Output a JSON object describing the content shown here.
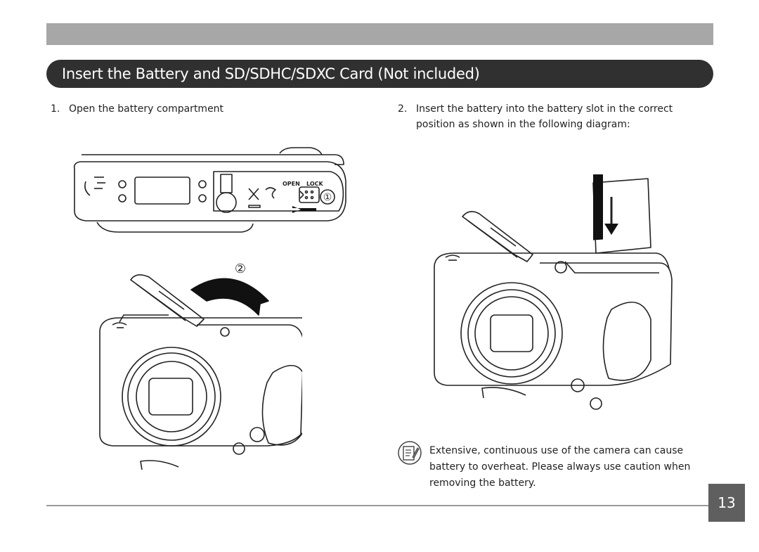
{
  "header": {
    "title": "Insert the Battery and SD/SDHC/SDXC Card (Not included)"
  },
  "steps": [
    {
      "number": "1.",
      "text": "Open the battery compartment"
    },
    {
      "number": "2.",
      "text": "Insert the battery into the battery slot in the correct position as shown in the following diagram:"
    }
  ],
  "diagram": {
    "label_open": "OPEN",
    "label_lock": "LOCK",
    "marker_1": "①",
    "marker_2": "②"
  },
  "note": {
    "icon": "note-pencil-icon",
    "text": "Extensive, continuous use of the camera can cause battery to overheat. Please always use caution when removing the battery."
  },
  "footer": {
    "page_number": "13"
  },
  "colors": {
    "header_bar": "#303030",
    "top_bar": "#a7a7a7",
    "page_box": "#5f5f5f"
  }
}
